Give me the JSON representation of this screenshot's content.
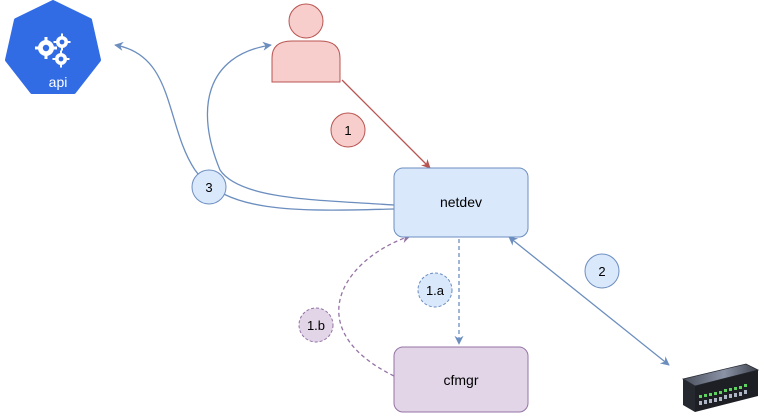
{
  "nodes": {
    "api": {
      "label": "api",
      "icon": "kubernetes-api-icon",
      "color": "#326ce5"
    },
    "user": {
      "icon": "user-icon",
      "fill": "#f8cecc",
      "stroke": "#b85450"
    },
    "netdev": {
      "label": "netdev",
      "fill": "#dae8fc",
      "stroke": "#6c8ebf"
    },
    "cfmgr": {
      "label": "cfmgr",
      "fill": "#e1d5e7",
      "stroke": "#9673a6"
    },
    "switch": {
      "icon": "network-switch-icon"
    }
  },
  "badges": {
    "b1": {
      "label": "1",
      "fill": "#f8cecc",
      "stroke": "#b85450"
    },
    "b2": {
      "label": "2",
      "fill": "#dae8fc",
      "stroke": "#6c8ebf"
    },
    "b3": {
      "label": "3",
      "fill": "#dae8fc",
      "stroke": "#6c8ebf"
    },
    "b1a": {
      "label": "1.a",
      "fill": "#dae8fc",
      "stroke": "#6c8ebf",
      "dashed": true
    },
    "b1b": {
      "label": "1.b",
      "fill": "#e1d5e7",
      "stroke": "#9673a6",
      "dashed": true
    }
  },
  "edges": {
    "user_to_netdev": {
      "color": "#b85450"
    },
    "netdev_switch": {
      "color": "#6c8ebf"
    },
    "netdev_cfmgr": {
      "color": "#6c8ebf",
      "dashed": true
    },
    "cfmgr_netdev": {
      "color": "#9673a6",
      "dashed": true
    },
    "netdev_api": {
      "color": "#6c8ebf"
    },
    "netdev_user": {
      "color": "#6c8ebf"
    }
  }
}
